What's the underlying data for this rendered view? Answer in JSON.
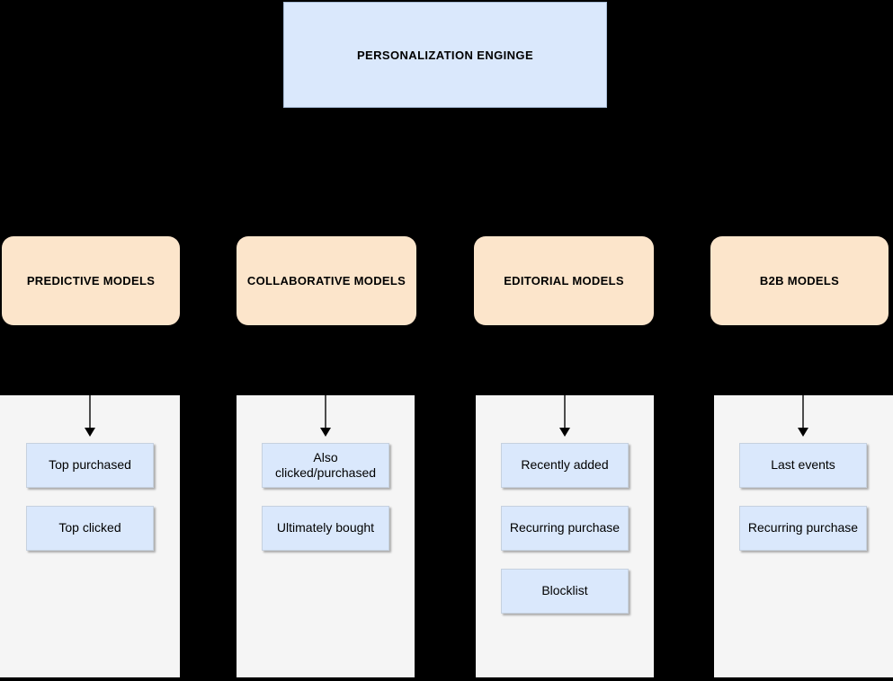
{
  "colors": {
    "background": "#000000",
    "blue_fill": "#DAE8FC",
    "blue_border": "#C6D1DF",
    "blue_border_strong": "#A8BCD6",
    "orange_fill": "#FCE5CB",
    "panel_fill": "#F5F5F5",
    "connector": "#4d4d4d"
  },
  "title": {
    "label": "PERSONALIZATION ENGINGE"
  },
  "branches": [
    {
      "header": "PREDICTIVE MODELS",
      "children": [
        {
          "label": "Top purchased"
        },
        {
          "label": "Top clicked"
        }
      ]
    },
    {
      "header": "COLLABORATIVE MODELS",
      "children": [
        {
          "label": "Also\nclicked/purchased"
        },
        {
          "label": "Ultimately bought"
        }
      ]
    },
    {
      "header": "EDITORIAL MODELS",
      "children": [
        {
          "label": "Recently added"
        },
        {
          "label": "Recurring purchase"
        },
        {
          "label": "Blocklist"
        }
      ]
    },
    {
      "header": "B2B MODELS",
      "children": [
        {
          "label": "Last events"
        },
        {
          "label": "Recurring purchase"
        }
      ]
    }
  ]
}
